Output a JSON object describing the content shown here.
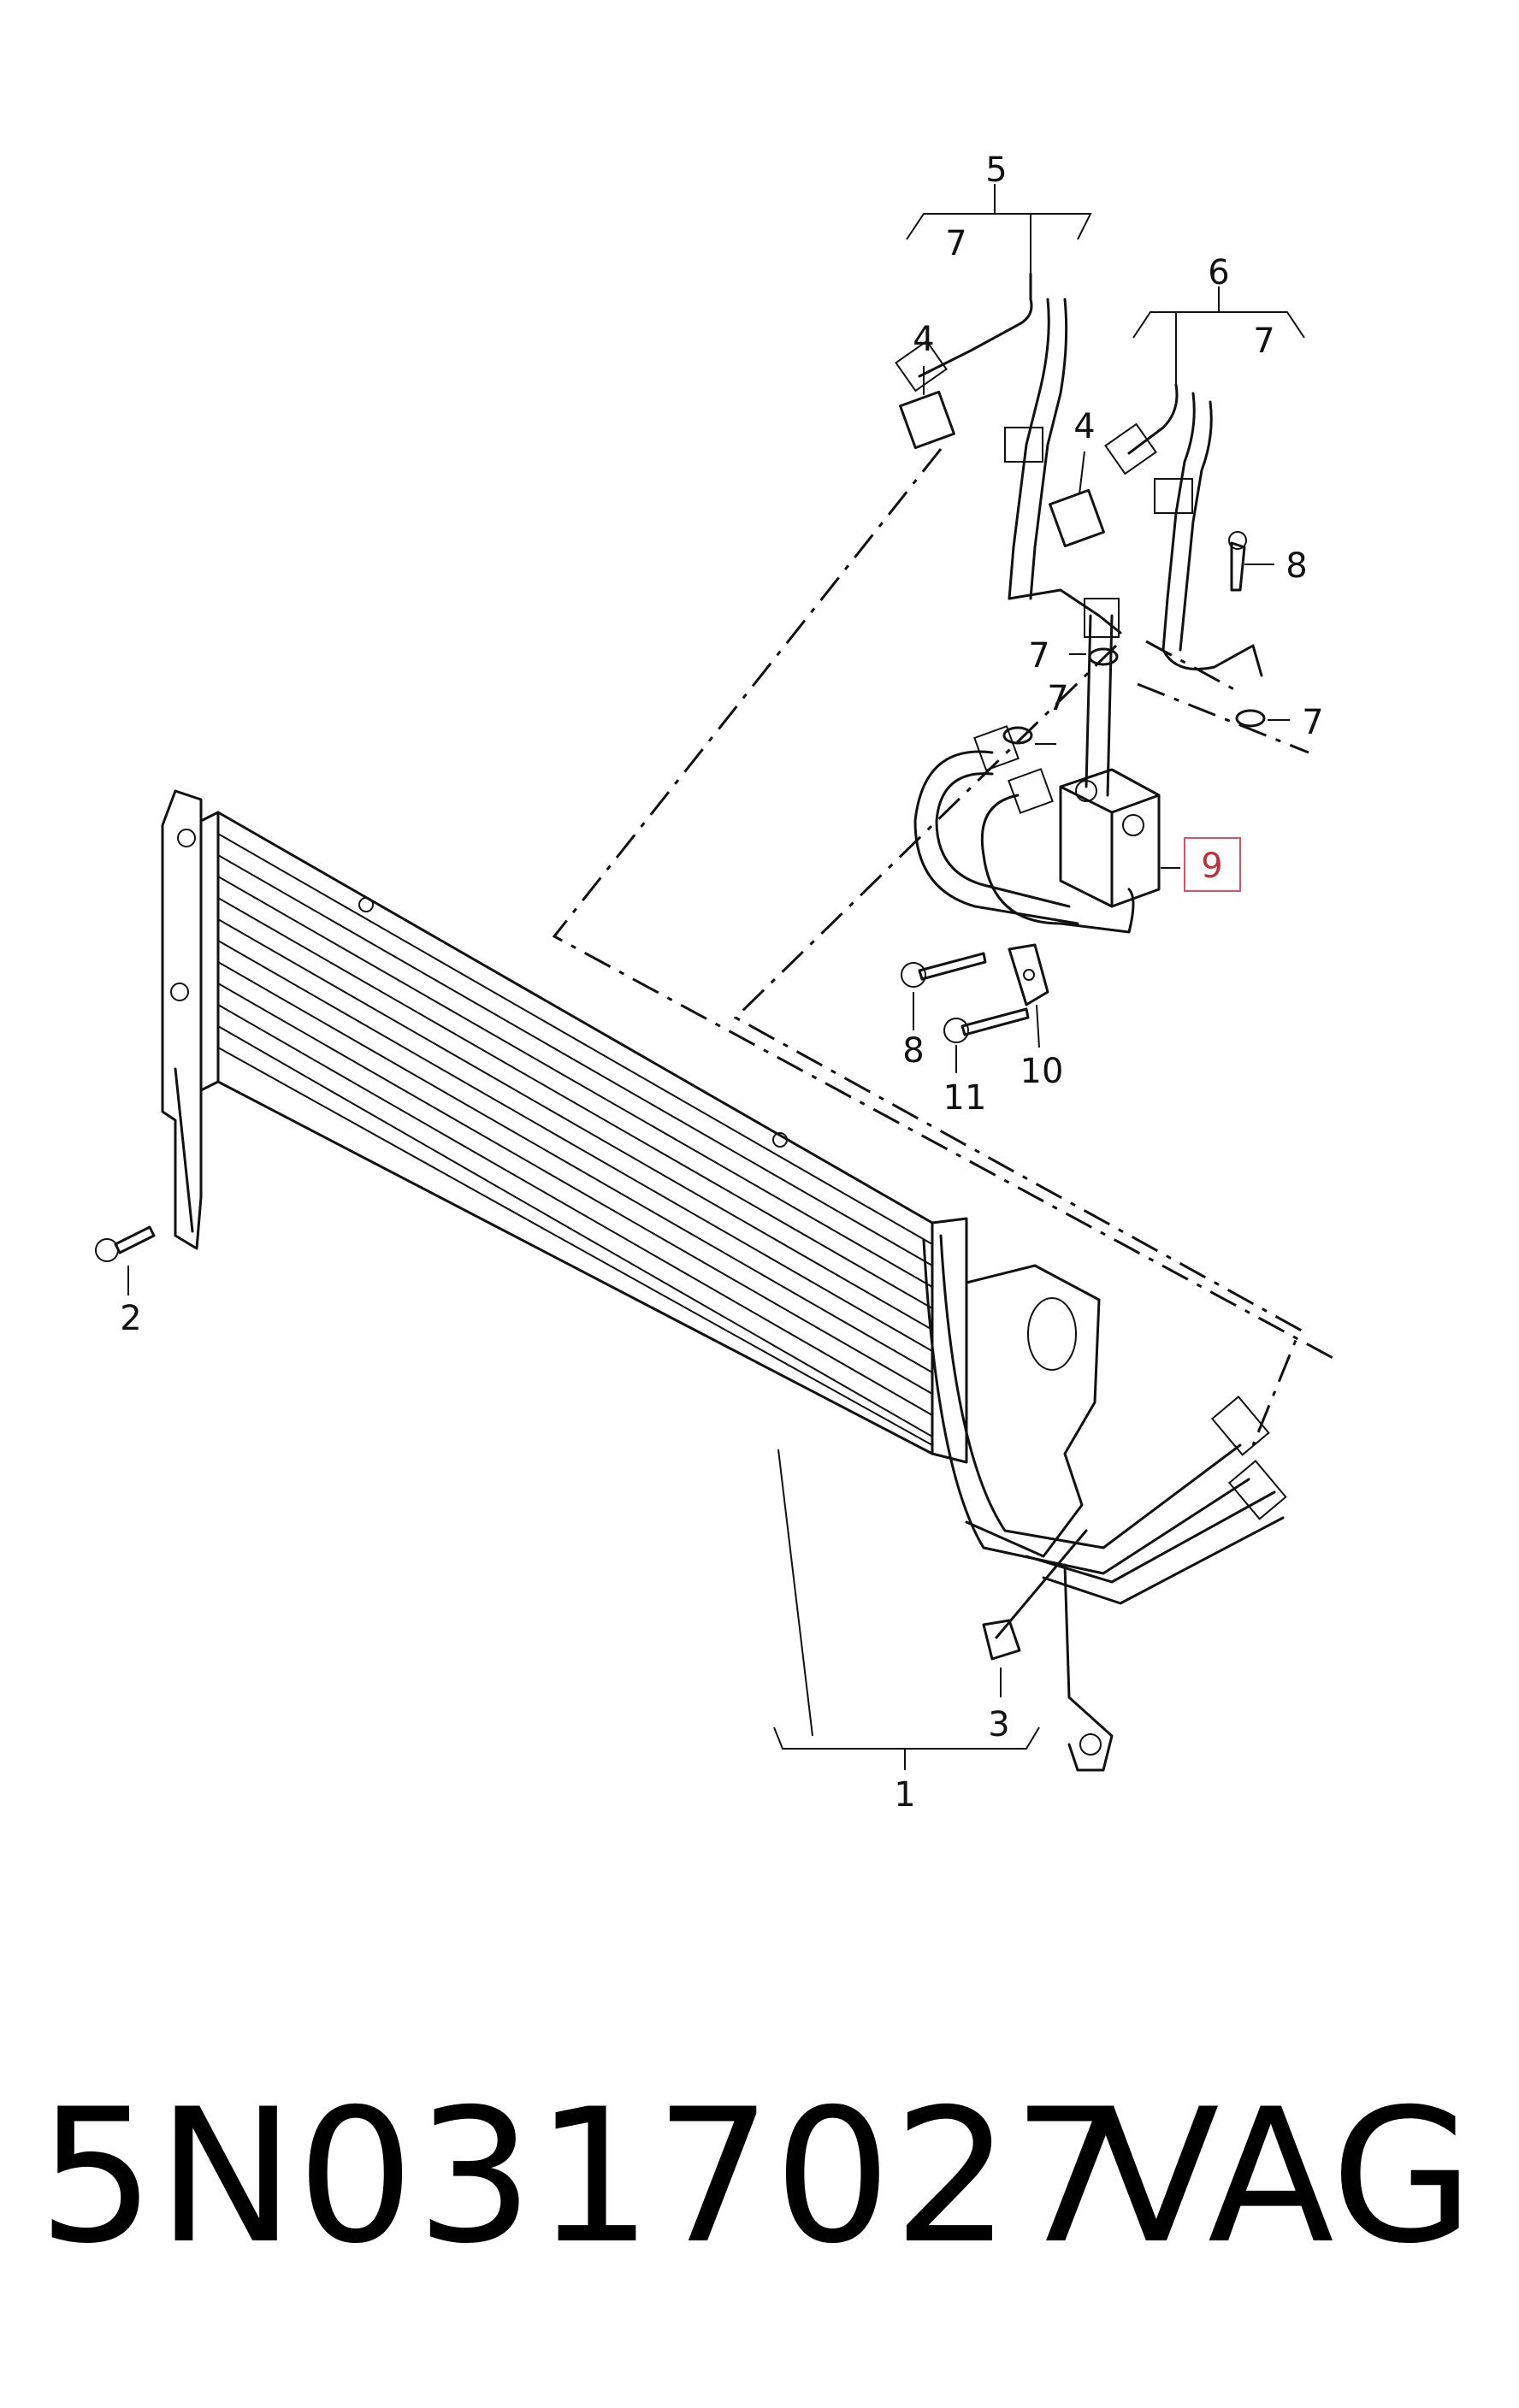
{
  "callouts": [
    {
      "id": "c5",
      "text": "5"
    },
    {
      "id": "c7a",
      "text": "7"
    },
    {
      "id": "c6",
      "text": "6"
    },
    {
      "id": "c7b",
      "text": "7"
    },
    {
      "id": "c4a",
      "text": "4"
    },
    {
      "id": "c4b",
      "text": "4"
    },
    {
      "id": "c8a",
      "text": "8"
    },
    {
      "id": "c7c",
      "text": "7"
    },
    {
      "id": "c7d",
      "text": "7"
    },
    {
      "id": "c7e",
      "text": "7"
    },
    {
      "id": "c9",
      "text": "9"
    },
    {
      "id": "c8b",
      "text": "8"
    },
    {
      "id": "c11",
      "text": "11"
    },
    {
      "id": "c10",
      "text": "10"
    },
    {
      "id": "c2",
      "text": "2"
    },
    {
      "id": "c3",
      "text": "3"
    },
    {
      "id": "c1",
      "text": "1"
    }
  ],
  "highlight_color": "#e05060",
  "footer": {
    "part_number": "5N0317027",
    "brand": "VAG"
  }
}
